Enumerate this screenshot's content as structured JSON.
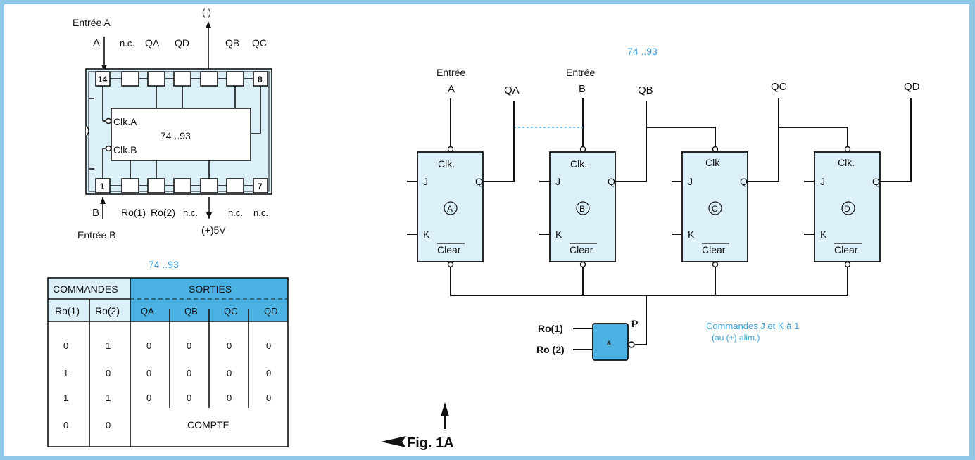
{
  "colors": {
    "accent": "#4cb2e4",
    "light": "#dcf0fa",
    "frame": "#8fc7e6",
    "label_blue": "#3a9ed8"
  },
  "pinout": {
    "entree_a": "Entrée A",
    "top_labels": [
      "A",
      "n.c.",
      "QA",
      "QD",
      "(-)",
      "QB",
      "QC"
    ],
    "pin14": "14",
    "pin8": "8",
    "pin1": "1",
    "pin7": "7",
    "clk_a": "Clk.A",
    "clk_b": "Clk.B",
    "chip": "74 ..93",
    "bottom_labels": [
      "B",
      "Ro(1)",
      "Ro(2)",
      "n.c.",
      "n.c.",
      "n.c."
    ],
    "plus5v": "(+)5V",
    "entree_b": "Entrée B"
  },
  "table": {
    "title": "74 ..93",
    "commandes": "COMMANDES",
    "sorties": "SORTIES",
    "cmd_cols": [
      "Ro(1)",
      "Ro(2)"
    ],
    "out_cols": [
      "QA",
      "QB",
      "QC",
      "QD"
    ],
    "rows": [
      [
        "0",
        "1",
        "0",
        "0",
        "0",
        "0"
      ],
      [
        "1",
        "0",
        "0",
        "0",
        "0",
        "0"
      ],
      [
        "1",
        "1",
        "0",
        "0",
        "0",
        "0"
      ]
    ],
    "last_row": [
      "0",
      "0"
    ],
    "compte": "COMPTE"
  },
  "counter": {
    "title": "74 ..93",
    "entree_a": "Entrée",
    "a": "A",
    "entree_b": "Entrée",
    "b": "B",
    "outputs": [
      "QA",
      "QB",
      "QC",
      "QD"
    ],
    "flipflops": [
      {
        "letter": "A",
        "clk": "Clk.",
        "j": "J",
        "k": "K",
        "q": "Q",
        "clear": "Clear"
      },
      {
        "letter": "B",
        "clk": "Clk.",
        "j": "J",
        "k": "K",
        "q": "Q",
        "clear": "Clear"
      },
      {
        "letter": "C",
        "clk": "Clk",
        "j": "J",
        "k": "K",
        "q": "Q",
        "clear": "Clear"
      },
      {
        "letter": "D",
        "clk": "Clk.",
        "j": "J",
        "k": "K",
        "q": "Q",
        "clear": "Clear"
      }
    ],
    "gate_in1": "Ro(1)",
    "gate_in2": "Ro (2)",
    "gate_symbol": "&",
    "p": "P",
    "note_line1": "Commandes  J et K à 1",
    "note_line2": "(au (+) alim.)"
  },
  "figure": {
    "caption": "Fig. 1A"
  }
}
